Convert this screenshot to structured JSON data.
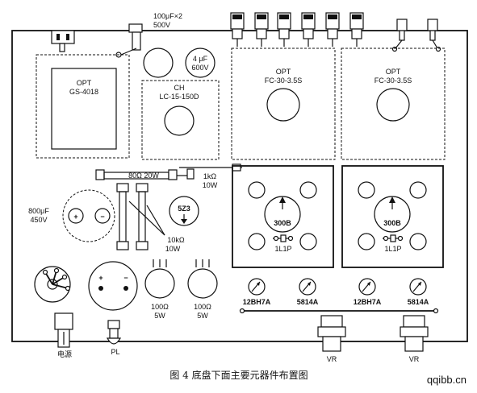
{
  "labels": {
    "cap_top_1": "100μF×2",
    "cap_top_2": "500V",
    "opt_left_1": "OPT",
    "opt_left_2": "GS-4018",
    "cap_small_1": "4 μF",
    "cap_small_2": "600V",
    "choke_1": "CH",
    "choke_2": "LC-15-150D",
    "opt_mid_1": "OPT",
    "opt_mid_2": "FC-30-3.5S",
    "opt_right_1": "OPT",
    "opt_right_2": "FC-30-3.5S",
    "res_80": "80Ω 20W",
    "res_1k_1": "1kΩ",
    "res_1k_2": "10W",
    "cap_800_1": "800μF",
    "cap_800_2": "450V",
    "plus": "+",
    "minus": "−",
    "rect_tube": "5Z3",
    "res_10k_1": "10kΩ",
    "res_10k_2": "10W",
    "tube_300b_left": "300B",
    "tube_300b_right": "300B",
    "socket_left": "1L1P",
    "socket_right": "1L1P",
    "pot_1": "100Ω",
    "pot_1w": "5W",
    "pot_2": "100Ω",
    "pot_2w": "5W",
    "tube_12bh7a_1": "12BH7A",
    "tube_5814a_1": "5814A",
    "tube_12bh7a_2": "12BH7A",
    "tube_5814a_2": "5814A",
    "power_switch": "电源",
    "pilot_lamp": "PL",
    "vr_1": "VR",
    "vr_2": "VR",
    "caption": "图 4   底盘下面主要元器件布置图",
    "watermark": "qqibb.cn"
  }
}
